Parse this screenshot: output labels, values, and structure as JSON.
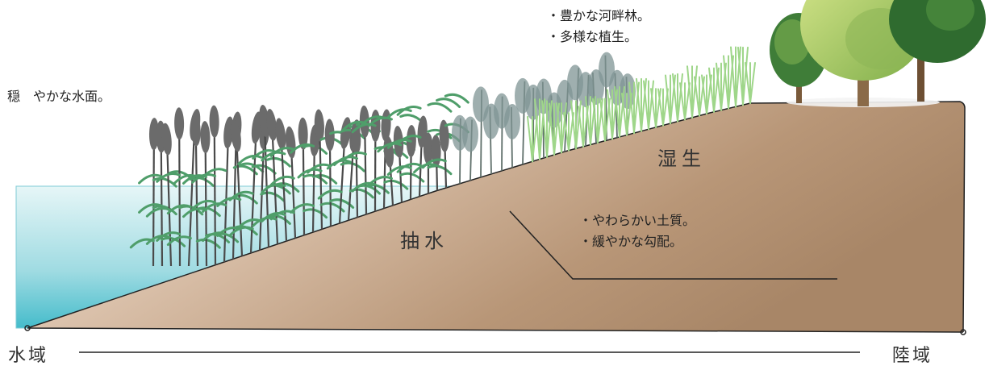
{
  "notes": {
    "calm_water": "穏　やかな水面。",
    "forest_1": "・豊かな河畔林。",
    "forest_2": "・多様な植生。",
    "soil_1": "・やわらかい土質。",
    "soil_2": "・緩やかな勾配。"
  },
  "zones": {
    "emergent": "抽水",
    "wet": "湿生"
  },
  "axis": {
    "left": "水域",
    "right": "陸域"
  },
  "colors": {
    "water_top": "#dff3f5",
    "water_bottom": "#4dbfcc",
    "soil_light": "#f7efe6",
    "soil_mid": "#caa98d",
    "soil_dark": "#a98868",
    "reed_stem": "#4a4a4a",
    "reed_leaf": "#4f9e6a",
    "young_grass": "#9fd68a",
    "tree_light": "#b8d26a",
    "tree_dark": "#3e7a3a",
    "tree_trunk": "#7a5a3a"
  }
}
